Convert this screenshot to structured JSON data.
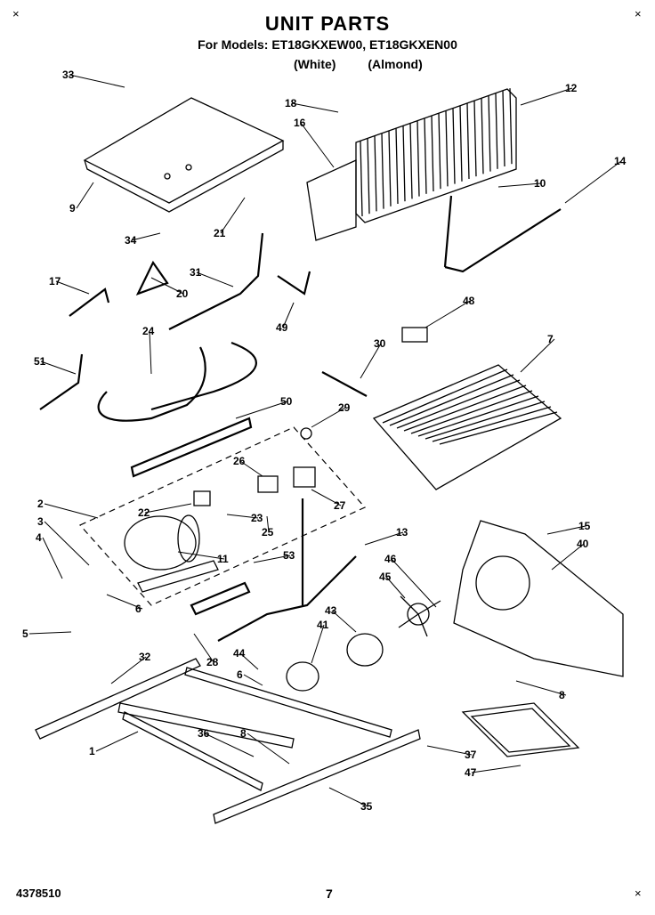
{
  "header": {
    "title": "UNIT PARTS",
    "models": "For Models: ET18GKXEW00, ET18GKXEN00",
    "color_white": "(White)",
    "color_almond": "(Almond)"
  },
  "corner_marks": {
    "top_left": "×",
    "top_right": "×",
    "bottom_right": "×"
  },
  "footer": {
    "doc_number": "4378510",
    "page": "7"
  },
  "callouts": [
    {
      "id": "c33",
      "text": "33"
    },
    {
      "id": "c18",
      "text": "18"
    },
    {
      "id": "c16",
      "text": "16"
    },
    {
      "id": "c12",
      "text": "12"
    },
    {
      "id": "c9",
      "text": "9"
    },
    {
      "id": "c21a",
      "text": "21"
    },
    {
      "id": "c34",
      "text": "34"
    },
    {
      "id": "c10",
      "text": "10"
    },
    {
      "id": "c14",
      "text": "14"
    },
    {
      "id": "c17",
      "text": "17"
    },
    {
      "id": "c20",
      "text": "20"
    },
    {
      "id": "c31",
      "text": "31"
    },
    {
      "id": "c49",
      "text": "49"
    },
    {
      "id": "c48",
      "text": "48"
    },
    {
      "id": "c24",
      "text": "24"
    },
    {
      "id": "c51",
      "text": "51"
    },
    {
      "id": "c30",
      "text": "30"
    },
    {
      "id": "c7",
      "text": "7"
    },
    {
      "id": "c50",
      "text": "50"
    },
    {
      "id": "c29",
      "text": "29"
    },
    {
      "id": "c26",
      "text": "26"
    },
    {
      "id": "c22",
      "text": "22"
    },
    {
      "id": "c2",
      "text": "2"
    },
    {
      "id": "c23",
      "text": "23"
    },
    {
      "id": "c27",
      "text": "27"
    },
    {
      "id": "c3",
      "text": "3"
    },
    {
      "id": "c25",
      "text": "25"
    },
    {
      "id": "c4",
      "text": "4"
    },
    {
      "id": "c11",
      "text": "11"
    },
    {
      "id": "c15",
      "text": "15"
    },
    {
      "id": "c40",
      "text": "40"
    },
    {
      "id": "c13",
      "text": "13"
    },
    {
      "id": "c53",
      "text": "53"
    },
    {
      "id": "c6a",
      "text": "6"
    },
    {
      "id": "c46",
      "text": "46"
    },
    {
      "id": "c45",
      "text": "45"
    },
    {
      "id": "c5",
      "text": "5"
    },
    {
      "id": "c28",
      "text": "28"
    },
    {
      "id": "c43",
      "text": "43"
    },
    {
      "id": "c41",
      "text": "41"
    },
    {
      "id": "c44",
      "text": "44"
    },
    {
      "id": "c32",
      "text": "32"
    },
    {
      "id": "c6b",
      "text": "6"
    },
    {
      "id": "c8a",
      "text": "8"
    },
    {
      "id": "c1",
      "text": "1"
    },
    {
      "id": "c36",
      "text": "36"
    },
    {
      "id": "c8b",
      "text": "8"
    },
    {
      "id": "c37",
      "text": "37"
    },
    {
      "id": "c47",
      "text": "47"
    },
    {
      "id": "c35",
      "text": "35"
    }
  ]
}
